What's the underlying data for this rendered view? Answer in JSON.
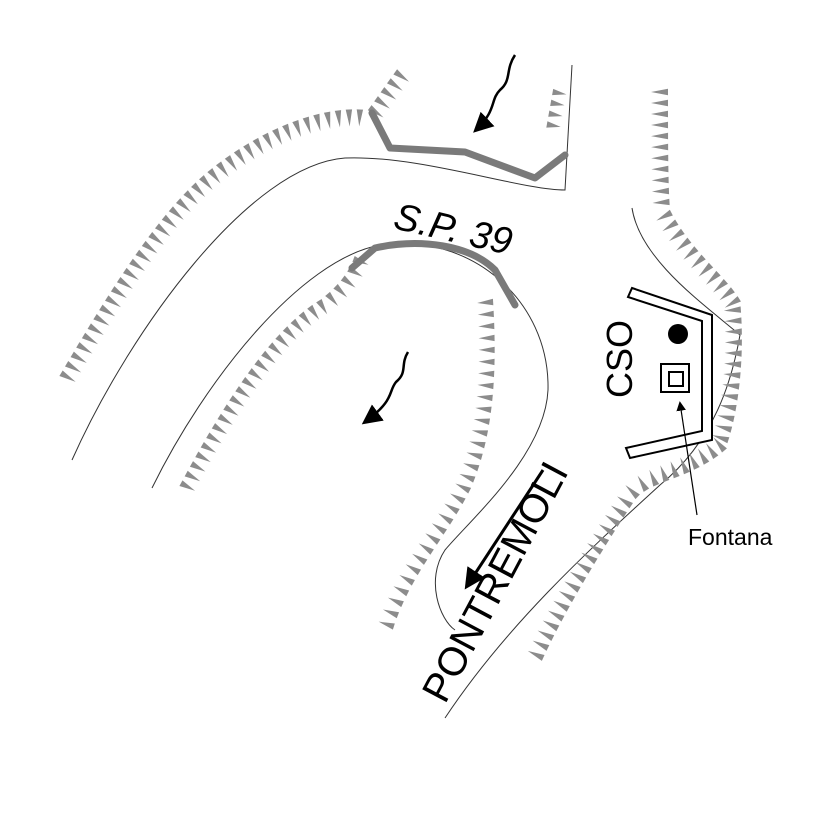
{
  "map": {
    "road_name": "S.P. 39",
    "direction_label": "PONTREMOLI",
    "site_label": "CSO",
    "poi_label": "Fontana"
  },
  "legend_symbols": [
    "embankment-hachure",
    "guardrail",
    "water-flow-arrow",
    "direction-arrow",
    "fountain-symbol",
    "marker-dot"
  ],
  "colors": {
    "guardrail": "#7a7a7a",
    "hachure": "#8c8c8c",
    "line": "#000000",
    "background": "#ffffff"
  }
}
